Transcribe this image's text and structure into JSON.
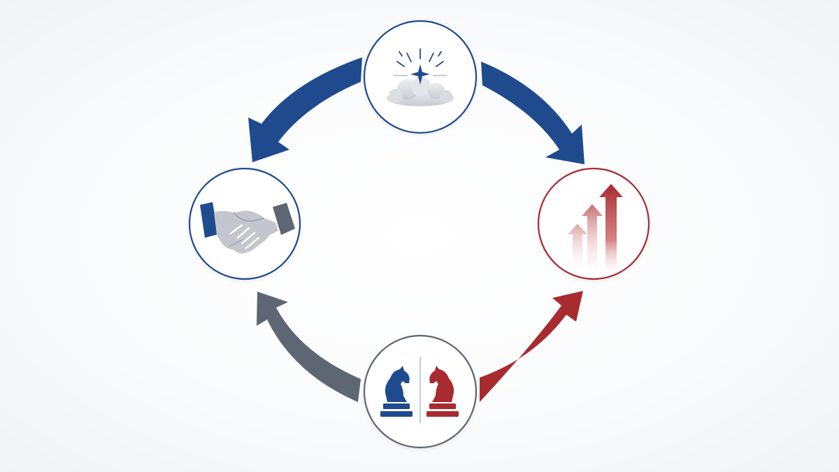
{
  "diagram": {
    "type": "cycle",
    "nodes": [
      {
        "id": "top",
        "icon": "starburst-cloud-icon",
        "ring_color": "#1f4b8e"
      },
      {
        "id": "right",
        "icon": "rising-arrows-icon",
        "ring_color": "#a82b2f"
      },
      {
        "id": "bottom",
        "icon": "chess-knights-icon",
        "ring_color": "#5d6672"
      },
      {
        "id": "left",
        "icon": "handshake-icon",
        "ring_color": "#1f4b8e"
      }
    ],
    "arrows": [
      {
        "from": "top",
        "to": "right",
        "color": "#1f4b8e"
      },
      {
        "from": "bottom",
        "to": "right",
        "color": "#a82b2f"
      },
      {
        "from": "bottom",
        "to": "left",
        "color": "#5d6672"
      },
      {
        "from": "top",
        "to": "left",
        "color": "#1f4b8e"
      }
    ],
    "colors": {
      "blue": "#1f4b8e",
      "red": "#a82b2f",
      "gray": "#5d6672",
      "light_gray": "#c9ccd1"
    }
  }
}
